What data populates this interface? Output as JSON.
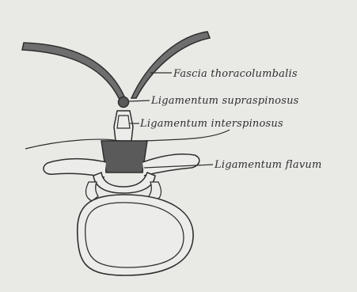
{
  "figure": {
    "labels": {
      "fascia": "Fascia thoracolumbalis",
      "supraspinous": "Ligamentum supraspinosus",
      "interspinous": "Ligamentum interspinosus",
      "flavum": "Ligamentum flavum"
    }
  },
  "colors": {
    "paper": "#e9e9e6",
    "ink": "#2e2e2e",
    "shading": "#6a6a6a"
  }
}
